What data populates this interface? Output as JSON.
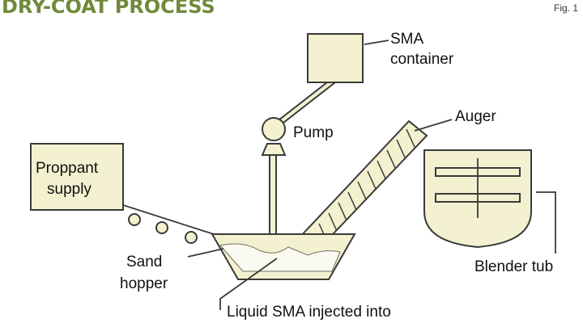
{
  "header": {
    "title": "Dry-coat process",
    "figure_label": "Fig. 1"
  },
  "labels": {
    "sma_container_line1": "SMA",
    "sma_container_line2": "container",
    "pump": "Pump",
    "auger": "Auger",
    "proppant_line1": "Proppant",
    "proppant_line2": "supply",
    "blender_tub": "Blender tub",
    "sand_line1": "Sand",
    "sand_line2": "hopper",
    "liquid_sma": "Liquid SMA injected into"
  },
  "colors": {
    "title_green": "#6f8a3a",
    "fill_cream": "#f3f1cf",
    "stroke": "#3a3a3a"
  }
}
